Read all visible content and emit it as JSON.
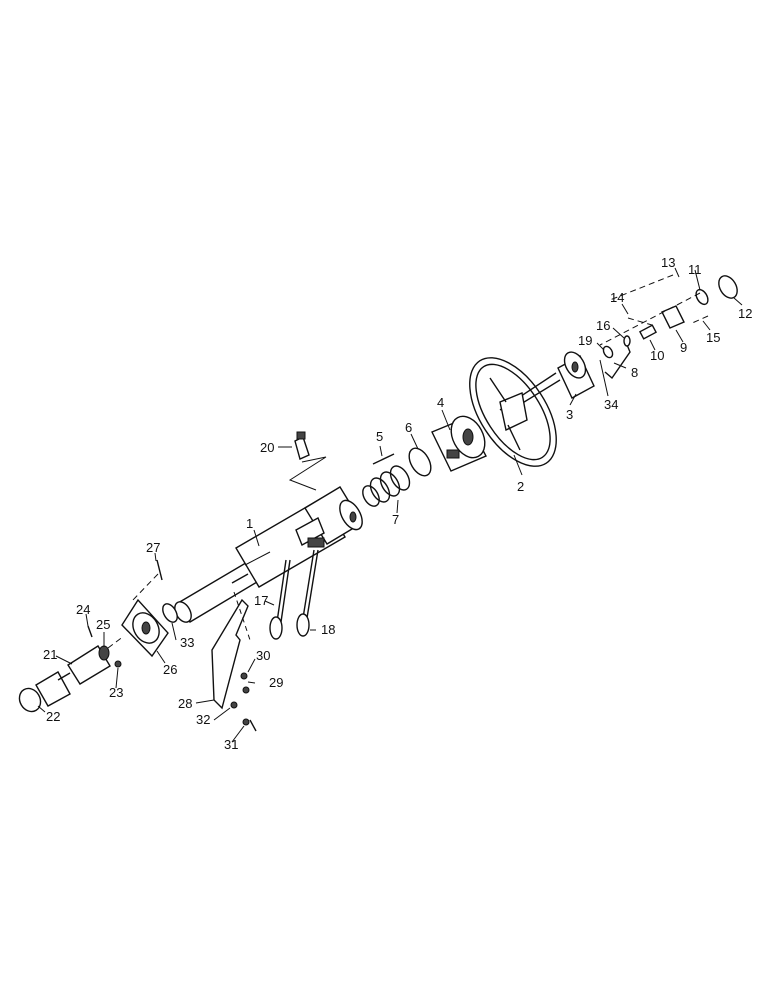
{
  "callouts": [
    {
      "id": "1",
      "text": "1"
    },
    {
      "id": "2",
      "text": "2"
    },
    {
      "id": "3",
      "text": "3"
    },
    {
      "id": "4",
      "text": "4"
    },
    {
      "id": "5",
      "text": "5"
    },
    {
      "id": "6",
      "text": "6"
    },
    {
      "id": "7",
      "text": "7"
    },
    {
      "id": "8",
      "text": "8"
    },
    {
      "id": "9",
      "text": "9"
    },
    {
      "id": "10",
      "text": "10"
    },
    {
      "id": "11",
      "text": "11"
    },
    {
      "id": "12",
      "text": "12"
    },
    {
      "id": "13",
      "text": "13"
    },
    {
      "id": "14",
      "text": "14"
    },
    {
      "id": "15",
      "text": "15"
    },
    {
      "id": "16",
      "text": "16"
    },
    {
      "id": "17",
      "text": "17"
    },
    {
      "id": "18",
      "text": "18"
    },
    {
      "id": "19",
      "text": "19"
    },
    {
      "id": "20",
      "text": "20"
    },
    {
      "id": "21",
      "text": "21"
    },
    {
      "id": "22",
      "text": "22"
    },
    {
      "id": "23",
      "text": "23"
    },
    {
      "id": "24",
      "text": "24"
    },
    {
      "id": "25",
      "text": "25"
    },
    {
      "id": "26",
      "text": "26"
    },
    {
      "id": "27",
      "text": "27"
    },
    {
      "id": "28",
      "text": "28"
    },
    {
      "id": "29",
      "text": "29"
    },
    {
      "id": "30",
      "text": "30"
    },
    {
      "id": "31",
      "text": "31"
    },
    {
      "id": "32",
      "text": "32"
    },
    {
      "id": "33",
      "text": "33"
    },
    {
      "id": "34",
      "text": "34"
    }
  ]
}
